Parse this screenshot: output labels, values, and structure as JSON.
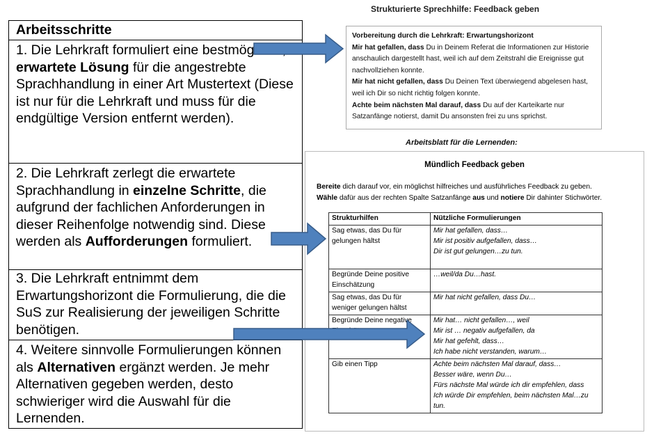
{
  "right_title": "Strukturierte Sprechhilfe:  Feedback geben",
  "steps": {
    "header": "Arbeitsschritte",
    "step1": {
      "p1": "1. Die Lehrkraft formuliert eine bestmögliche, ",
      "b1": "erwartete Lösung",
      "p2": " für die angestrebte Sprachhandlung in einer Art Mustertext (Diese ist nur für die Lehrkraft und muss für die endgültige Version entfernt werden)."
    },
    "step2": {
      "p1": "2. Die Lehrkraft zerlegt die erwartete Sprachhandlung in ",
      "b1": "einzelne Schritte",
      "p2": ", die aufgrund der fachlichen Anforderungen in dieser Reihenfolge notwendig sind. Diese werden als ",
      "b2": "Aufforderungen",
      "p3": " formuliert."
    },
    "step3": {
      "p1": "3. Die Lehrkraft entnimmt dem Erwartungshorizont die Formulierung, die die SuS zur Realisierung der jeweiligen Schritte benötigen."
    },
    "step4": {
      "p1": "4. Weitere sinnvolle Formulierungen können als ",
      "b1": "Alternativen",
      "p2": " ergänzt werden. Je mehr Alternativen gegeben werden, desto schwieriger wird die Auswahl für die Lernenden."
    }
  },
  "erwartung": {
    "heading": "Vorbereitung durch die Lehrkraft: Erwartungshorizont",
    "b1": "Mir hat gefallen, dass",
    "t1": " Du in Deinem Referat die Informationen zur Historie anschaulich dargestellt hast, weil ich auf dem Zeitstrahl die Ereignisse gut nachvollziehen konnte.",
    "b2": "Mir hat nicht gefallen, dass",
    "t2": " Du Deinen Text überwiegend abgelesen hast, weil ich Dir so nicht richtig folgen konnte.",
    "b3": "Achte beim nächsten Mal darauf, dass",
    "t3": " Du auf der Karteikarte nur Satzanfänge notierst, damit Du ansonsten frei zu uns sprichst."
  },
  "sheet": {
    "subtitle": "Arbeitsblatt für die Lernenden:",
    "title": "Mündlich Feedback geben",
    "instr1_b": "Bereite",
    "instr1": " dich darauf vor, ein möglichst hilfreiches und ausführliches Feedback zu geben.",
    "instr2_b": "Wähle",
    "instr2_a": " dafür aus der rechten Spalte Satzanfänge ",
    "instr2_b2": "aus",
    "instr2_c": " und ",
    "instr2_b3": "notiere",
    "instr2_d": " Dir dahinter Stichwörter.",
    "col_headers": [
      "Strukturhilfen",
      "Nützliche Formulierungen"
    ],
    "rows": [
      {
        "left": "Sag etwas, das Du für gelungen hältst",
        "right": [
          "Mir hat gefallen, dass…",
          "Mir ist positiv aufgefallen, dass…",
          "Dir ist gut gelungen…zu tun."
        ]
      },
      {
        "left": "Begründe Deine positive Einschätzung",
        "right": [
          "…weil/da Du…hast."
        ]
      },
      {
        "left": "Sag etwas, das Du für weniger gelungen hältst",
        "right": [
          "Mir hat nicht gefallen, dass Du…"
        ]
      },
      {
        "left": "Begründe Deine negative Einschätzung",
        "right": [
          "Mir hat… nicht gefallen…, weil",
          "Mir ist … negativ aufgefallen, da",
          "Mir hat gefehlt, dass…",
          "Ich habe nicht verstanden, warum…"
        ]
      },
      {
        "left": "Gib einen Tipp",
        "right": [
          "Achte beim nächsten Mal darauf, dass…",
          "Besser wäre, wenn Du…",
          "Fürs nächste Mal würde ich dir empfehlen, dass",
          "Ich würde Dir empfehlen, beim nächsten Mal…zu tun."
        ]
      }
    ]
  },
  "colors": {
    "arrow_fill": "#4f81bd",
    "arrow_stroke": "#385d8a"
  }
}
